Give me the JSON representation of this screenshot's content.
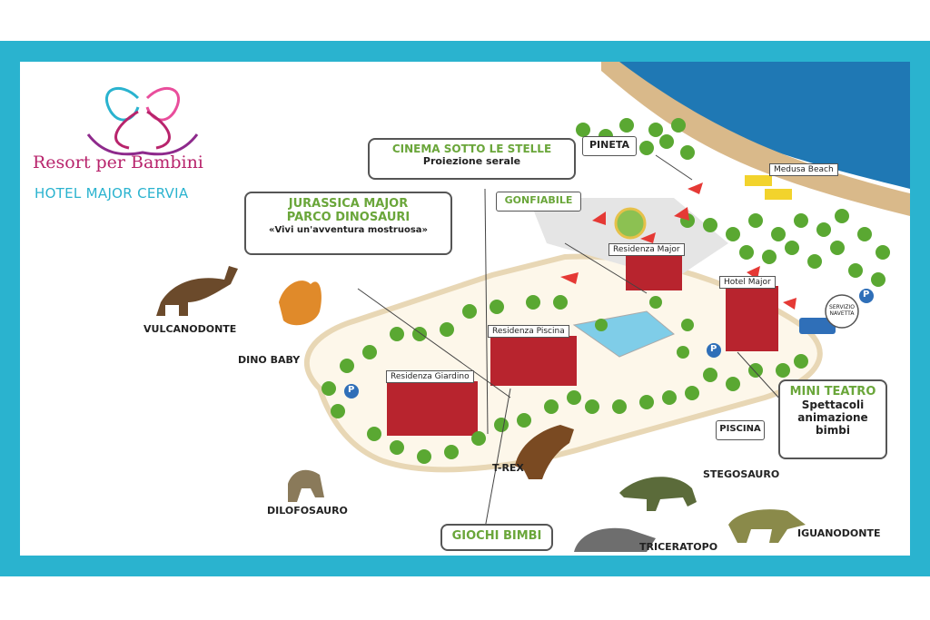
{
  "brand": {
    "title": "Resort per Bambini",
    "subtitle": "HOTEL MAJOR CERVIA"
  },
  "callouts": {
    "cinema": {
      "title": "CINEMA SOTTO LE STELLE",
      "sub": "Proiezione serale"
    },
    "jurassica": {
      "title1": "JURASSICA MAJOR",
      "title2": "PARCO DINOSAURI",
      "sub": "«Vivi un'avventura mostruosa»"
    },
    "gonfiabile": {
      "title": "GONFIABILE"
    },
    "pineta": {
      "title": "PINETA"
    },
    "mini_teatro": {
      "title": "MINI TEATRO",
      "line1": "Spettacoli",
      "line2": "animazione",
      "line3": "bimbi"
    },
    "giochi": {
      "title": "GIOCHI BIMBI"
    },
    "piscina": {
      "title": "PISCINA"
    }
  },
  "buildings": {
    "residenza_major": "Residenza Major",
    "hotel_major": "Hotel Major",
    "residenza_piscina": "Residenza Piscina",
    "residenza_giardino": "Residenza Giardino",
    "medusa_beach": "Medusa Beach",
    "navetta": "SERVIZIO NAVETTA"
  },
  "dinosaurs": {
    "vulcanodonte": "VULCANODONTE",
    "dino_baby": "DINO BABY",
    "dilofosauro": "DILOFOSAURO",
    "t_rex": "T-REX",
    "stegosauro": "STEGOSAURO",
    "iguanodonte": "IGUANODONTE",
    "triceratopo": "TRICERATOPO"
  },
  "parking_symbol": "P",
  "colors": {
    "frame": "#2ab3cf",
    "accent_green": "#6aa63a",
    "building": "#b8242e",
    "sea": "#1f78b4",
    "brand_pink": "#b8246c"
  }
}
